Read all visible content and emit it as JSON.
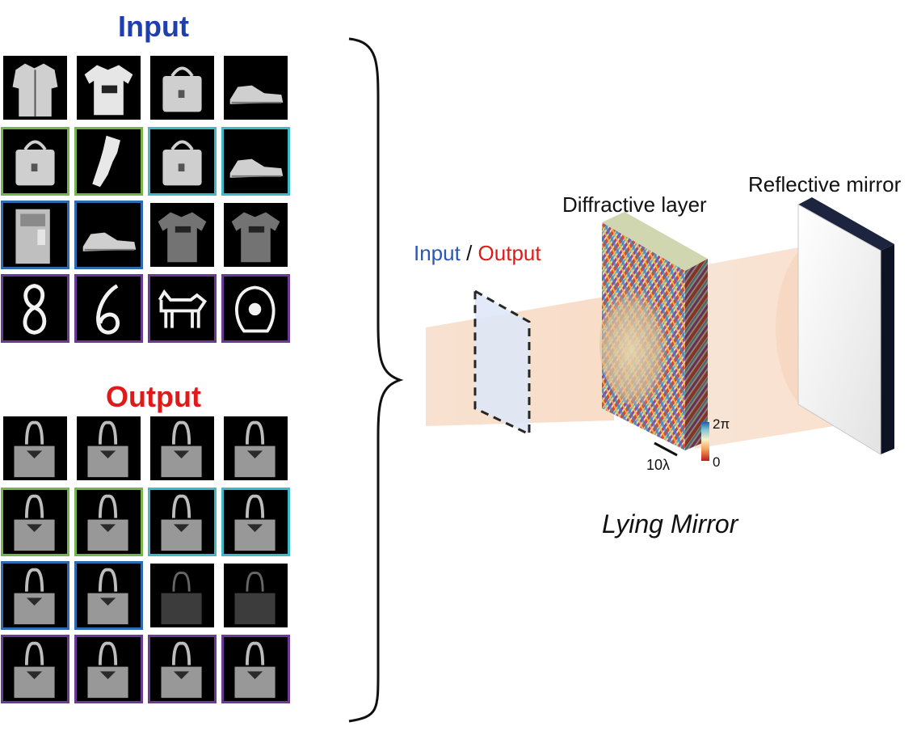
{
  "colors": {
    "input_title": "#1f3fae",
    "output_title": "#e01a1a",
    "green": "#76b54a",
    "cyan": "#3fb9c8",
    "blue": "#2e6ab0",
    "purple": "#6a3a96",
    "none": "#ffffff"
  },
  "input_panel": {
    "title": "Input",
    "rows": [
      [
        {
          "icon": "shirt-icon",
          "frame": "none"
        },
        {
          "icon": "tshirt-icon",
          "frame": "none"
        },
        {
          "icon": "handbag-icon",
          "frame": "none"
        },
        {
          "icon": "sneaker-icon",
          "frame": "none"
        }
      ],
      [
        {
          "icon": "handbag-icon",
          "frame": "green"
        },
        {
          "icon": "corrupted-shape-icon",
          "frame": "green"
        },
        {
          "icon": "handbag-icon",
          "frame": "cyan"
        },
        {
          "icon": "sneaker-icon",
          "frame": "cyan"
        }
      ],
      [
        {
          "icon": "locker-icon",
          "frame": "blue"
        },
        {
          "icon": "sneaker-icon",
          "frame": "blue"
        },
        {
          "icon": "noisy-tshirt-icon",
          "frame": "none"
        },
        {
          "icon": "noisy-tshirt-icon",
          "frame": "none"
        }
      ],
      [
        {
          "icon": "digit-8-icon",
          "frame": "purple"
        },
        {
          "icon": "digit-6-icon",
          "frame": "purple"
        },
        {
          "icon": "cat-doodle-icon",
          "frame": "purple"
        },
        {
          "icon": "face-doodle-icon",
          "frame": "purple"
        }
      ]
    ]
  },
  "output_panel": {
    "title": "Output",
    "rows": [
      [
        {
          "icon": "bag-output-icon",
          "frame": "none"
        },
        {
          "icon": "bag-output-icon",
          "frame": "none"
        },
        {
          "icon": "bag-output-icon",
          "frame": "none"
        },
        {
          "icon": "bag-output-icon",
          "frame": "none"
        }
      ],
      [
        {
          "icon": "bag-output-icon",
          "frame": "green"
        },
        {
          "icon": "bag-output-icon",
          "frame": "green"
        },
        {
          "icon": "bag-output-icon",
          "frame": "cyan"
        },
        {
          "icon": "bag-output-icon",
          "frame": "cyan"
        }
      ],
      [
        {
          "icon": "bag-output-icon",
          "frame": "blue"
        },
        {
          "icon": "bag-output-icon",
          "frame": "blue"
        },
        {
          "icon": "faint-bag-output-icon",
          "frame": "none"
        },
        {
          "icon": "faint-bag-output-icon",
          "frame": "none"
        }
      ],
      [
        {
          "icon": "bag-output-icon",
          "frame": "purple"
        },
        {
          "icon": "bag-output-icon",
          "frame": "purple"
        },
        {
          "icon": "bag-output-icon",
          "frame": "purple"
        },
        {
          "icon": "bag-output-icon",
          "frame": "purple"
        }
      ]
    ]
  },
  "diagram": {
    "input_label": "Input",
    "separator": "/",
    "output_label": "Output",
    "layer_label": "Diffractive layer",
    "mirror_label": "Reflective mirror",
    "colorbar_max": "2π",
    "colorbar_min": "0",
    "scale_label": "10λ",
    "caption": "Lying Mirror"
  }
}
